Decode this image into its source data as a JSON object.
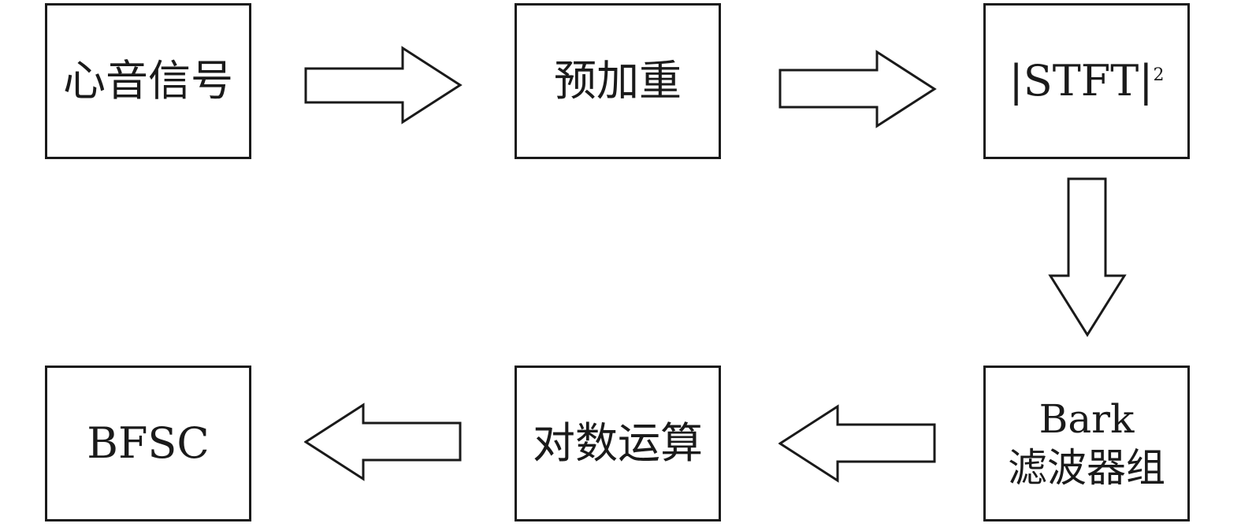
{
  "flowchart": {
    "nodes": {
      "signal": "心音信号",
      "preemphasis": "预加重",
      "stft_main": "|STFT|",
      "stft_sup": "2",
      "bark_line1": "Bark",
      "bark_line2": "滤波器组",
      "log": "对数运算",
      "bfsc": "BFSC"
    },
    "edges": [
      {
        "from": "signal",
        "to": "preemphasis",
        "direction": "right"
      },
      {
        "from": "preemphasis",
        "to": "stft",
        "direction": "right"
      },
      {
        "from": "stft",
        "to": "bark",
        "direction": "down"
      },
      {
        "from": "bark",
        "to": "log",
        "direction": "left"
      },
      {
        "from": "log",
        "to": "bfsc",
        "direction": "left"
      }
    ]
  }
}
